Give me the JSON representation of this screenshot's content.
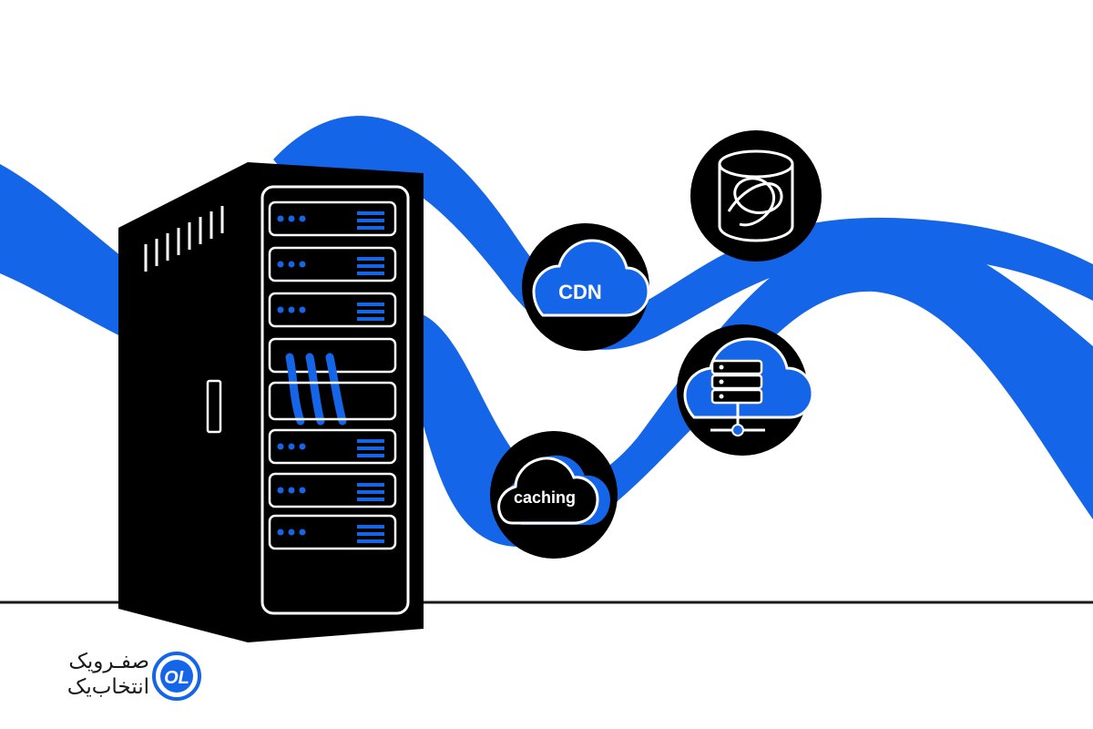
{
  "illustration": {
    "icons": {
      "cdn_label": "CDN",
      "caching_label": "caching"
    },
    "colors": {
      "accent": "#1565e8",
      "dark": "#000000",
      "background": "#ffffff",
      "line": "#1a1a1a"
    },
    "icon_names": [
      "server-rack-icon",
      "cdn-cloud-icon",
      "database-network-icon",
      "cloud-server-icon",
      "caching-cloud-icon"
    ]
  },
  "brand": {
    "name_line1": "صفـرویک",
    "name_line2": "انتخاب‌یک",
    "logo_letters": "OL"
  }
}
